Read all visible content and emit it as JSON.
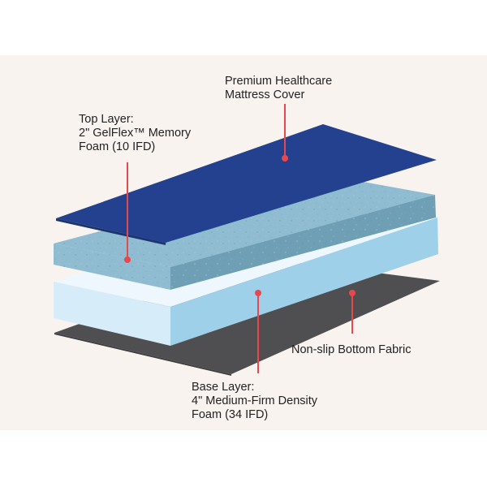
{
  "colors": {
    "background": "#f9f3f0",
    "cover": "#23418e",
    "top_layer": "#7fafc3",
    "base_layer": "#d7ecf9",
    "bottom_fabric": "#4f4f51",
    "callout": "#e8484d"
  },
  "labels": {
    "cover": {
      "lines": [
        "Premium Healthcare",
        "Mattress Cover"
      ]
    },
    "top_layer": {
      "lines": [
        "Top Layer:",
        "2\" GelFlex™ Memory",
        "Foam (10 IFD)"
      ]
    },
    "bottom_fabric": {
      "lines": [
        "Non-slip Bottom Fabric"
      ]
    },
    "base_layer": {
      "lines": [
        "Base Layer:",
        "4\" Medium-Firm Density",
        "Foam (34 IFD)"
      ]
    }
  }
}
